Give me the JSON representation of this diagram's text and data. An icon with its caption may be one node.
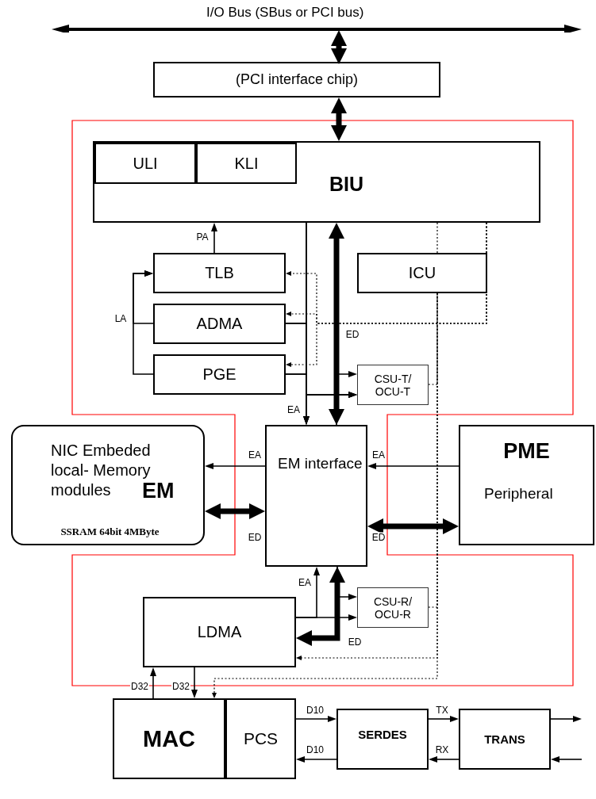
{
  "diagram": {
    "nodes": [
      {
        "text": [
          "I/O Bus (SBus or PCI bus)"
        ]
      },
      {
        "text": [
          "(PCI interface chip)"
        ]
      },
      {
        "text": [
          "BIU"
        ]
      },
      {
        "text": [
          "ULI"
        ],
        "in": 2
      },
      {
        "text": [
          "KLI"
        ],
        "in": 2
      },
      {
        "text": [
          "TLB"
        ]
      },
      {
        "text": [
          "ADMA"
        ]
      },
      {
        "text": [
          "PGE"
        ]
      },
      {
        "text": [
          "ICU"
        ]
      },
      {
        "text": [
          "CSU-T/ OCU-T"
        ]
      },
      {
        "text": [
          "NIC Embeded local- Memory modules",
          "EM",
          "SSRAM 64bit 4MByte"
        ]
      },
      {
        "text": [
          "EM interface"
        ]
      },
      {
        "text": [
          "PME",
          "Peripheral"
        ]
      },
      {
        "text": [
          "CSU-R/ OCU-R"
        ]
      },
      {
        "text": [
          "LDMA"
        ]
      },
      {
        "text": [
          "MAC"
        ]
      },
      {
        "text": [
          "PCS"
        ]
      },
      {
        "text": [
          "SERDES"
        ]
      },
      {
        "text": [
          "TRANS"
        ]
      }
    ],
    "edges": [
      {
        "from": 0,
        "to": 1,
        "arrow": "both",
        "style": "thick"
      },
      {
        "from": 1,
        "to": 2,
        "arrow": "both",
        "style": "thick"
      },
      {
        "from": 5,
        "to": 2,
        "arrow": "to",
        "label": "PA"
      },
      {
        "from": 6,
        "to": 5,
        "arrow": "to",
        "label": "LA"
      },
      {
        "from": 7,
        "to": 5,
        "arrow": "to"
      },
      {
        "from": 2,
        "to": 11,
        "arrow": "to",
        "label": "EA"
      },
      {
        "from": 6,
        "to": 11,
        "arrow": "to"
      },
      {
        "from": 7,
        "to": 11,
        "arrow": "to"
      },
      {
        "from": 2,
        "to": 9,
        "arrow": "to"
      },
      {
        "from": 6,
        "to": 9,
        "arrow": "to"
      },
      {
        "from": 7,
        "to": 9,
        "arrow": "to"
      },
      {
        "from": 2,
        "to": 11,
        "arrow": "both",
        "label": "ED",
        "style": "thick"
      },
      {
        "from": 11,
        "to": 9,
        "arrow": "to"
      },
      {
        "from": 2,
        "to": 5,
        "arrow": "to",
        "style": "dashed"
      },
      {
        "from": 2,
        "to": 6,
        "arrow": "to",
        "style": "dashed"
      },
      {
        "from": 2,
        "to": 7,
        "arrow": "to",
        "style": "dashed"
      },
      {
        "from": 2,
        "to": 8,
        "arrow": "none",
        "style": "dashed"
      },
      {
        "from": 8,
        "to": 14,
        "arrow": "to",
        "style": "dashed"
      },
      {
        "from": 8,
        "to": 15,
        "arrow": "to",
        "style": "dashed"
      },
      {
        "from": 9,
        "to": 8,
        "arrow": "none",
        "style": "dashed"
      },
      {
        "from": 13,
        "to": 8,
        "arrow": "none",
        "style": "dashed"
      },
      {
        "from": 12,
        "to": 11,
        "arrow": "to",
        "label": "EA"
      },
      {
        "from": 11,
        "to": 10,
        "arrow": "to",
        "label": "EA"
      },
      {
        "from": 10,
        "to": 11,
        "arrow": "both",
        "label": "ED",
        "style": "thick"
      },
      {
        "from": 12,
        "to": 11,
        "arrow": "both",
        "label": "ED",
        "style": "thick"
      },
      {
        "from": 14,
        "to": 11,
        "arrow": "to",
        "label": "EA"
      },
      {
        "from": 11,
        "to": 14,
        "arrow": "both",
        "label": "ED",
        "style": "thick"
      },
      {
        "from": 14,
        "to": 13,
        "arrow": "to"
      },
      {
        "from": 11,
        "to": 13,
        "arrow": "to"
      },
      {
        "from": 15,
        "to": 14,
        "arrow": "to",
        "label": "D32"
      },
      {
        "from": 14,
        "to": 15,
        "arrow": "to",
        "label": "D32"
      },
      {
        "from": 16,
        "to": 17,
        "arrow": "to",
        "label": "D10"
      },
      {
        "from": 17,
        "to": 16,
        "arrow": "to",
        "label": "D10"
      },
      {
        "from": 17,
        "to": 18,
        "arrow": "to",
        "label": "TX"
      },
      {
        "from": 18,
        "to": 17,
        "arrow": "to",
        "label": "RX"
      },
      {
        "from": 18,
        "to": null,
        "arrow": "to"
      },
      {
        "from": null,
        "to": 18,
        "arrow": "to"
      }
    ]
  }
}
